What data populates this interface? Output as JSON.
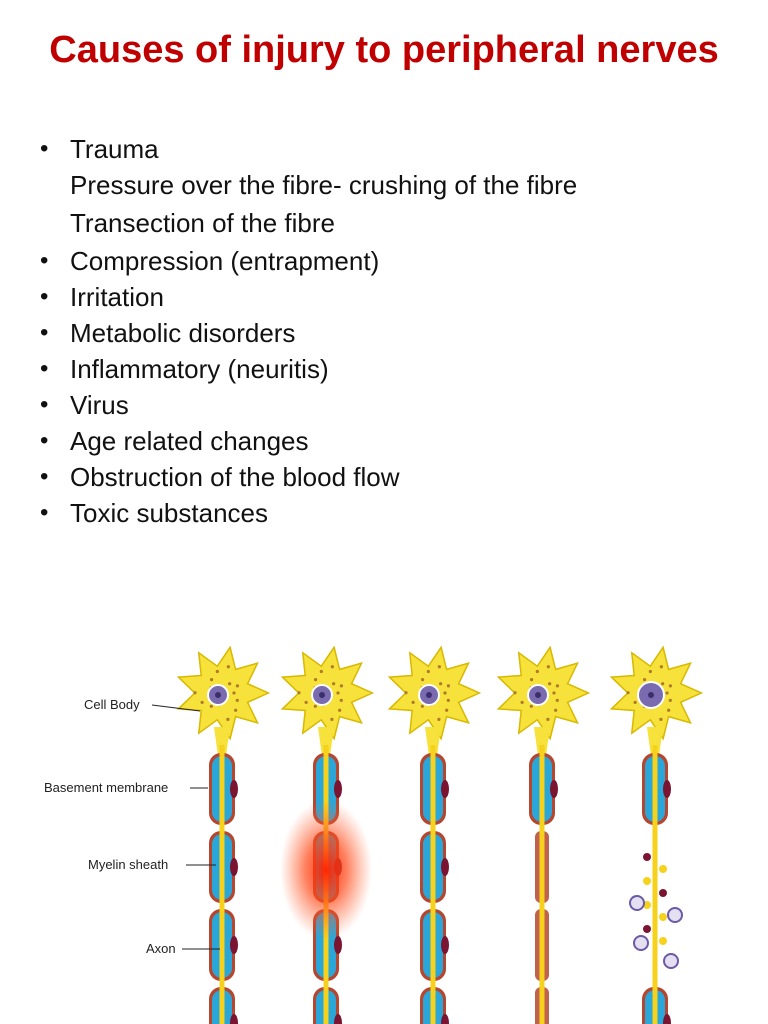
{
  "slide": {
    "title": "Causes of injury to peripheral nerves",
    "bullets": [
      {
        "text": "Trauma",
        "level": 1
      },
      {
        "text": "Pressure over the fibre- crushing of the fibre",
        "level": 2
      },
      {
        "text": "Transection of the fibre",
        "level": 2
      },
      {
        "text": "Compression (entrapment)",
        "level": 1
      },
      {
        "text": "Irritation",
        "level": 1
      },
      {
        "text": "Metabolic disorders",
        "level": 1
      },
      {
        "text": "Inflammatory (neuritis)",
        "level": 1
      },
      {
        "text": "Virus",
        "level": 1
      },
      {
        "text": "Age related changes",
        "level": 1
      },
      {
        "text": "Obstruction of the blood flow",
        "level": 1
      },
      {
        "text": "Toxic substances",
        "level": 1
      }
    ],
    "bullet_glyph": "•"
  },
  "figure": {
    "labels": [
      "Cell Body",
      "Basement membrane",
      "Myelin sheath",
      "Axon"
    ],
    "colors": {
      "title_red": "#c00000",
      "cell_yellow": "#f6e23a",
      "myelin_blue": "#2aa6d8",
      "axon_yellow": "#f7d21c",
      "sheath_red": "#b5462f",
      "nucleus_purple": "#7a6bb0",
      "injury_red": "#ff2a00"
    }
  }
}
